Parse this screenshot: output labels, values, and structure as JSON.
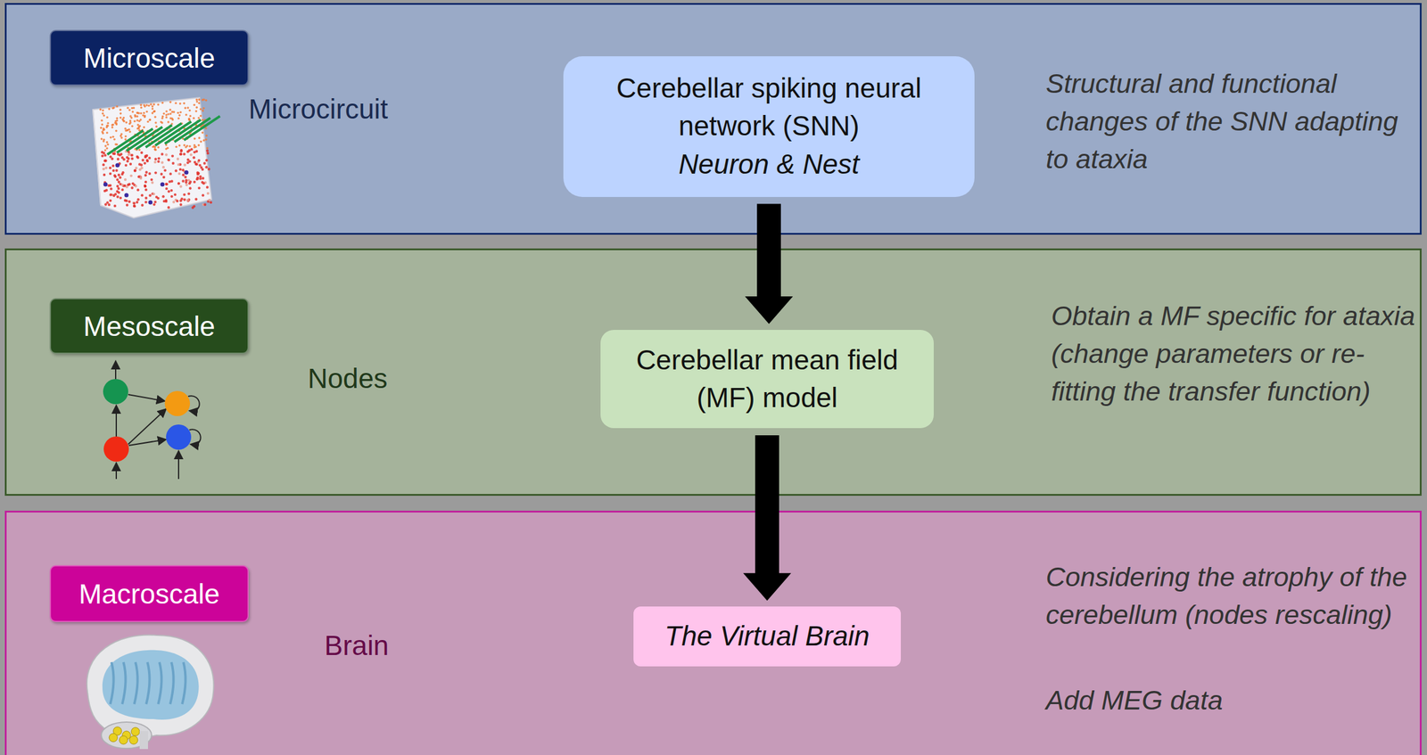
{
  "diagram": {
    "nodes": [
      {
        "text": [
          "Microcircuit",
          "Structural and functional changes of the SNN adapting to ataxia"
        ]
      },
      {
        "text": [
          "Microscale"
        ],
        "in": 0
      },
      {
        "text": [
          "Cerebellar spiking neural network (SNN)",
          "Neuron & Nest"
        ],
        "in": 0
      },
      {
        "text": [
          "Nodes",
          "Obtain a MF specific for ataxia (change parameters or re-fitting the transfer function)"
        ]
      },
      {
        "text": [
          "Mesoscale"
        ],
        "in": 3
      },
      {
        "text": [
          "Cerebellar mean field (MF) model"
        ],
        "in": 3
      },
      {
        "text": [
          "Brain",
          "Considering the atrophy of the cerebellum (nodes rescaling)",
          "Add MEG data"
        ]
      },
      {
        "text": [
          "Macroscale"
        ],
        "in": 6
      },
      {
        "text": [
          "The Virtual Brain"
        ],
        "in": 6
      }
    ],
    "edges": [
      {
        "from": 2,
        "to": 5,
        "arrow": "to"
      },
      {
        "from": 5,
        "to": 8,
        "arrow": "to"
      }
    ]
  }
}
